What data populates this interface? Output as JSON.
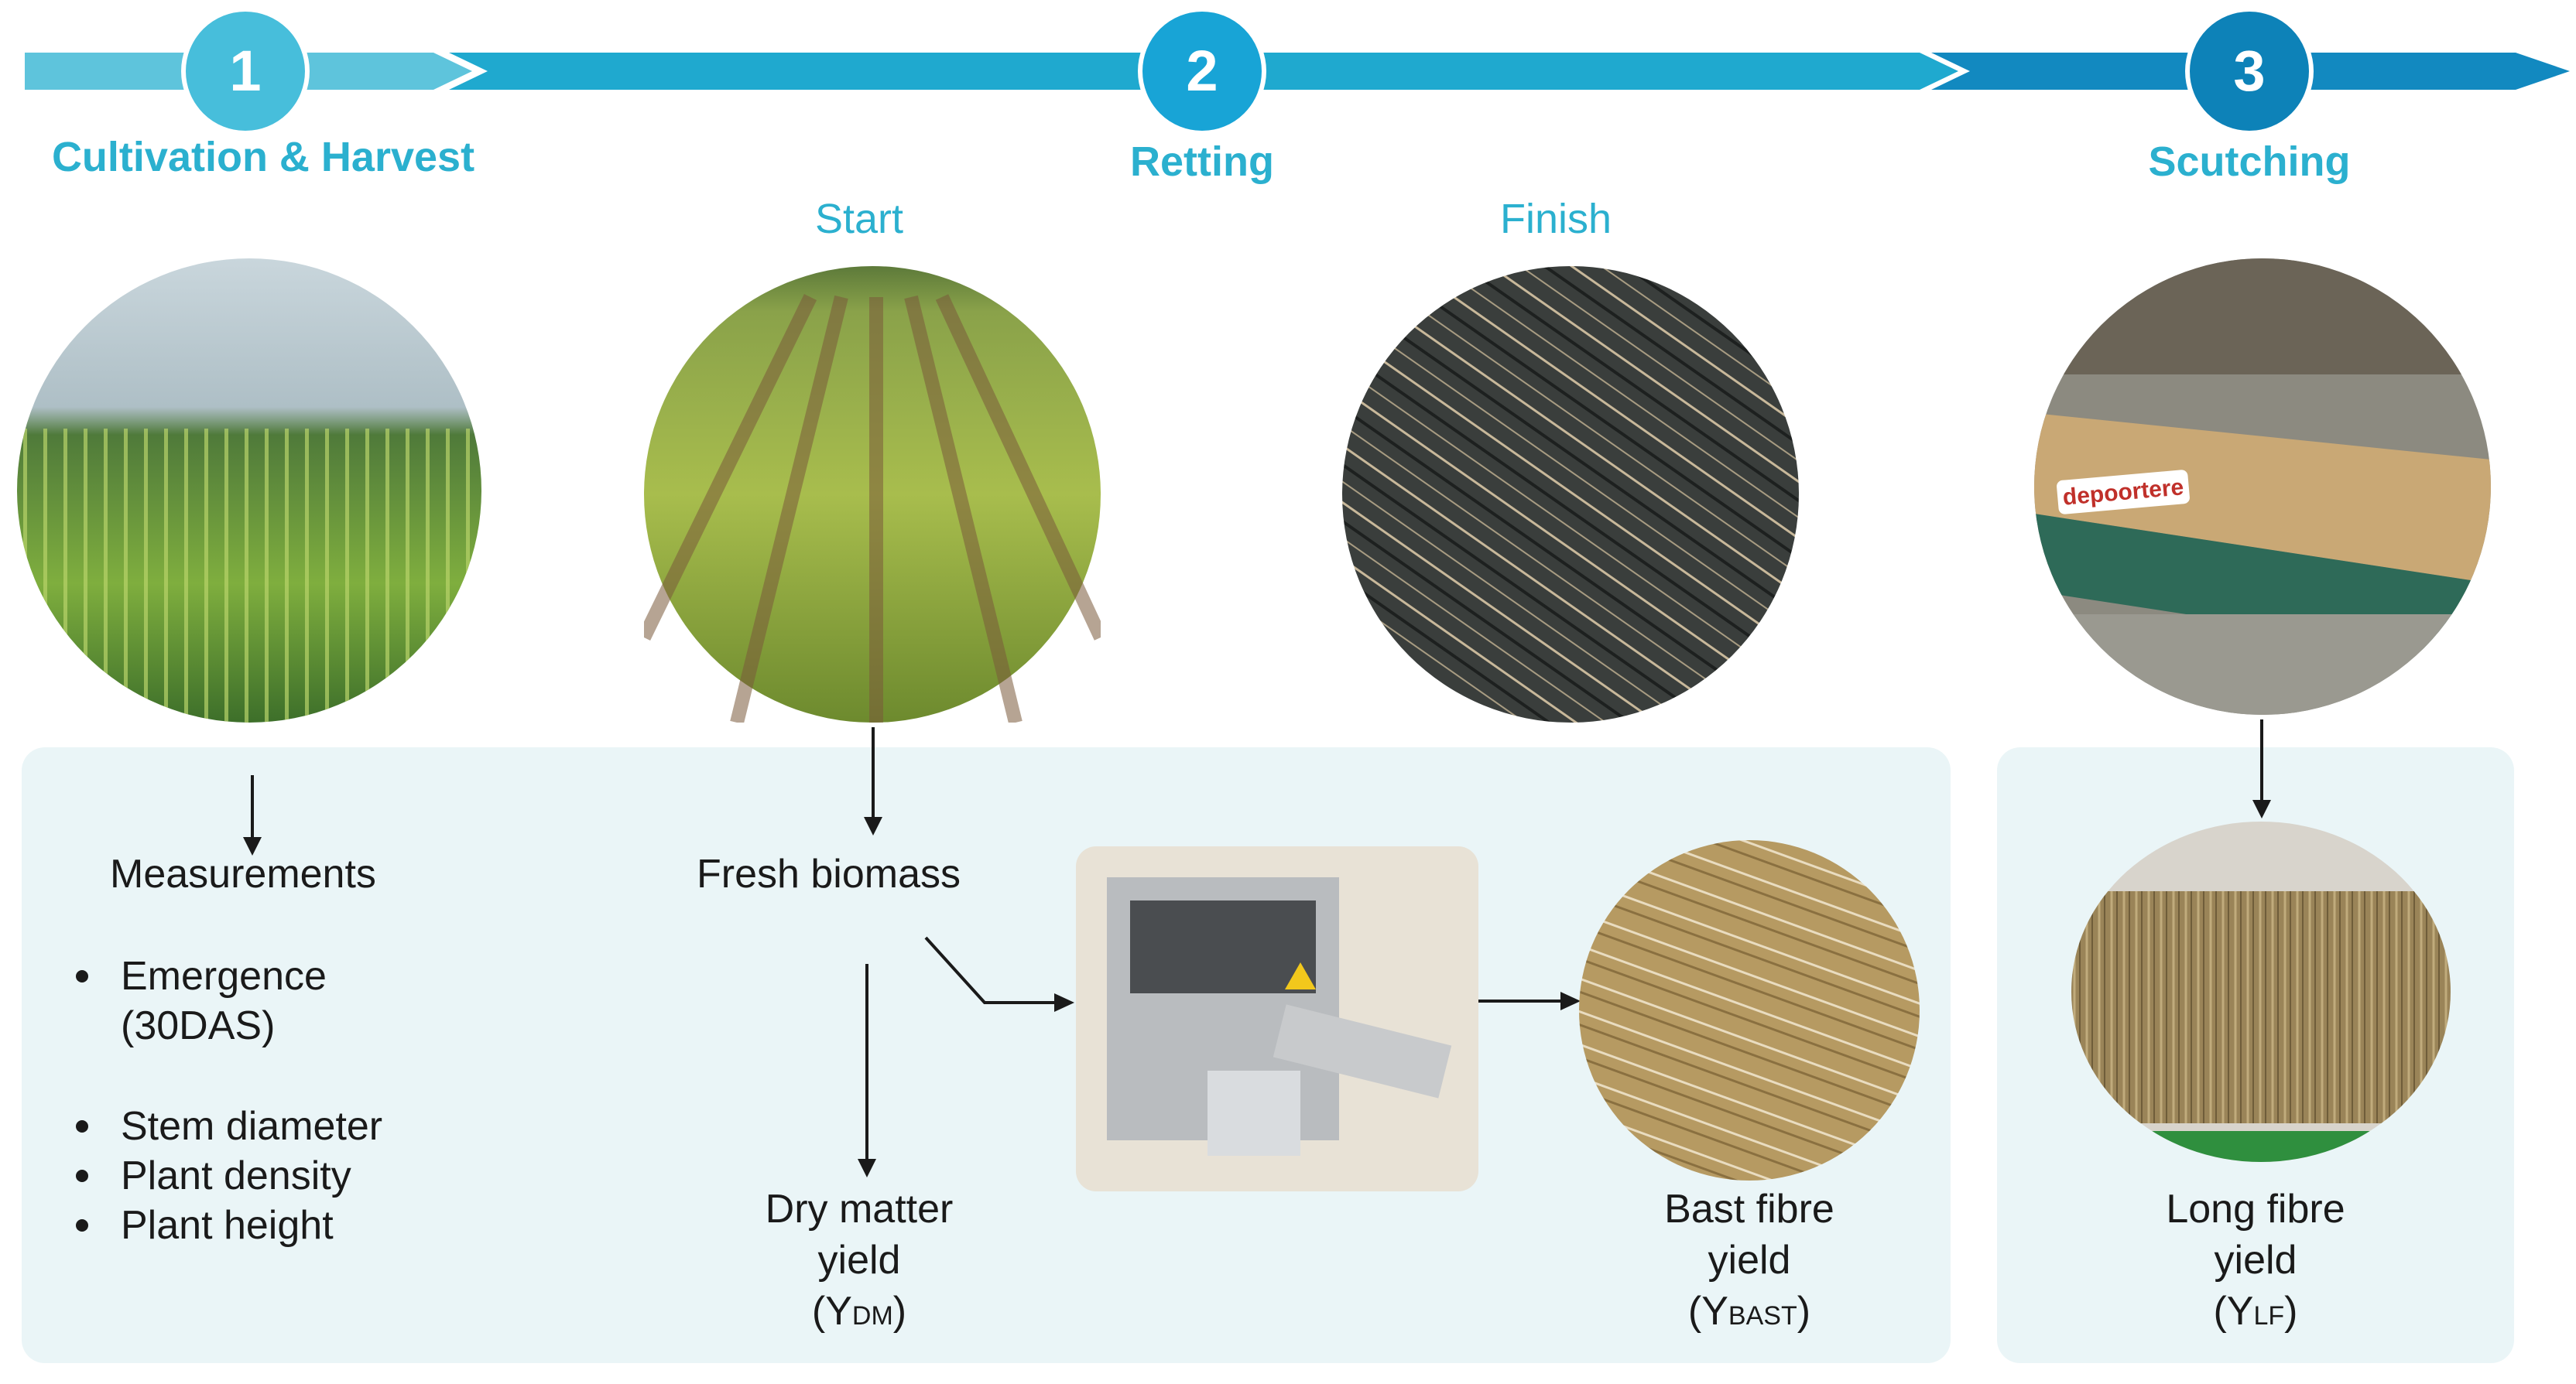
{
  "colors": {
    "arrow_light": "#5ec4dc",
    "arrow_mid": "#1fa9cf",
    "arrow_dark": "#1289c0",
    "step1": "#47bedb",
    "step2": "#18a4d6",
    "step3": "#0d82b8",
    "label": "#2bb0cf",
    "panel": "#eaf5f7"
  },
  "steps": [
    {
      "number": "1",
      "label": "Cultivation & Harvest"
    },
    {
      "number": "2",
      "label": "Retting"
    },
    {
      "number": "3",
      "label": "Scutching"
    }
  ],
  "retting": {
    "start_label": "Start",
    "finish_label": "Finish"
  },
  "measurements": {
    "title": "Measurements",
    "items": [
      "Emergence",
      "(30DAS)",
      "Stem diameter",
      "Plant density",
      "Plant height"
    ]
  },
  "fresh_biomass": {
    "label": "Fresh biomass"
  },
  "dry_matter": {
    "line1": "Dry matter",
    "line2": "yield",
    "symbol_open": "(Y",
    "symbol_sub": "DM",
    "symbol_close": ")"
  },
  "bast_fibre": {
    "line1": "Bast fibre",
    "line2": "yield",
    "symbol_open": "(Y",
    "symbol_sub": "BAST",
    "symbol_close": ")"
  },
  "long_fibre": {
    "line1": "Long fibre",
    "line2": "yield",
    "symbol_open": "(Y",
    "symbol_sub": "LF",
    "symbol_close": ")"
  },
  "photos": {
    "hemp_field": "hemp-field-photo",
    "retting_start": "retting-start-field-photo",
    "retting_finish": "retted-stems-photo",
    "scutching_machine": "scutching-line-photo",
    "machine_brand": "depoortere",
    "decorticator": "lab-decorticator-photo",
    "bast_fibre": "bast-fibre-photo",
    "long_fibre": "long-fibre-photo"
  }
}
